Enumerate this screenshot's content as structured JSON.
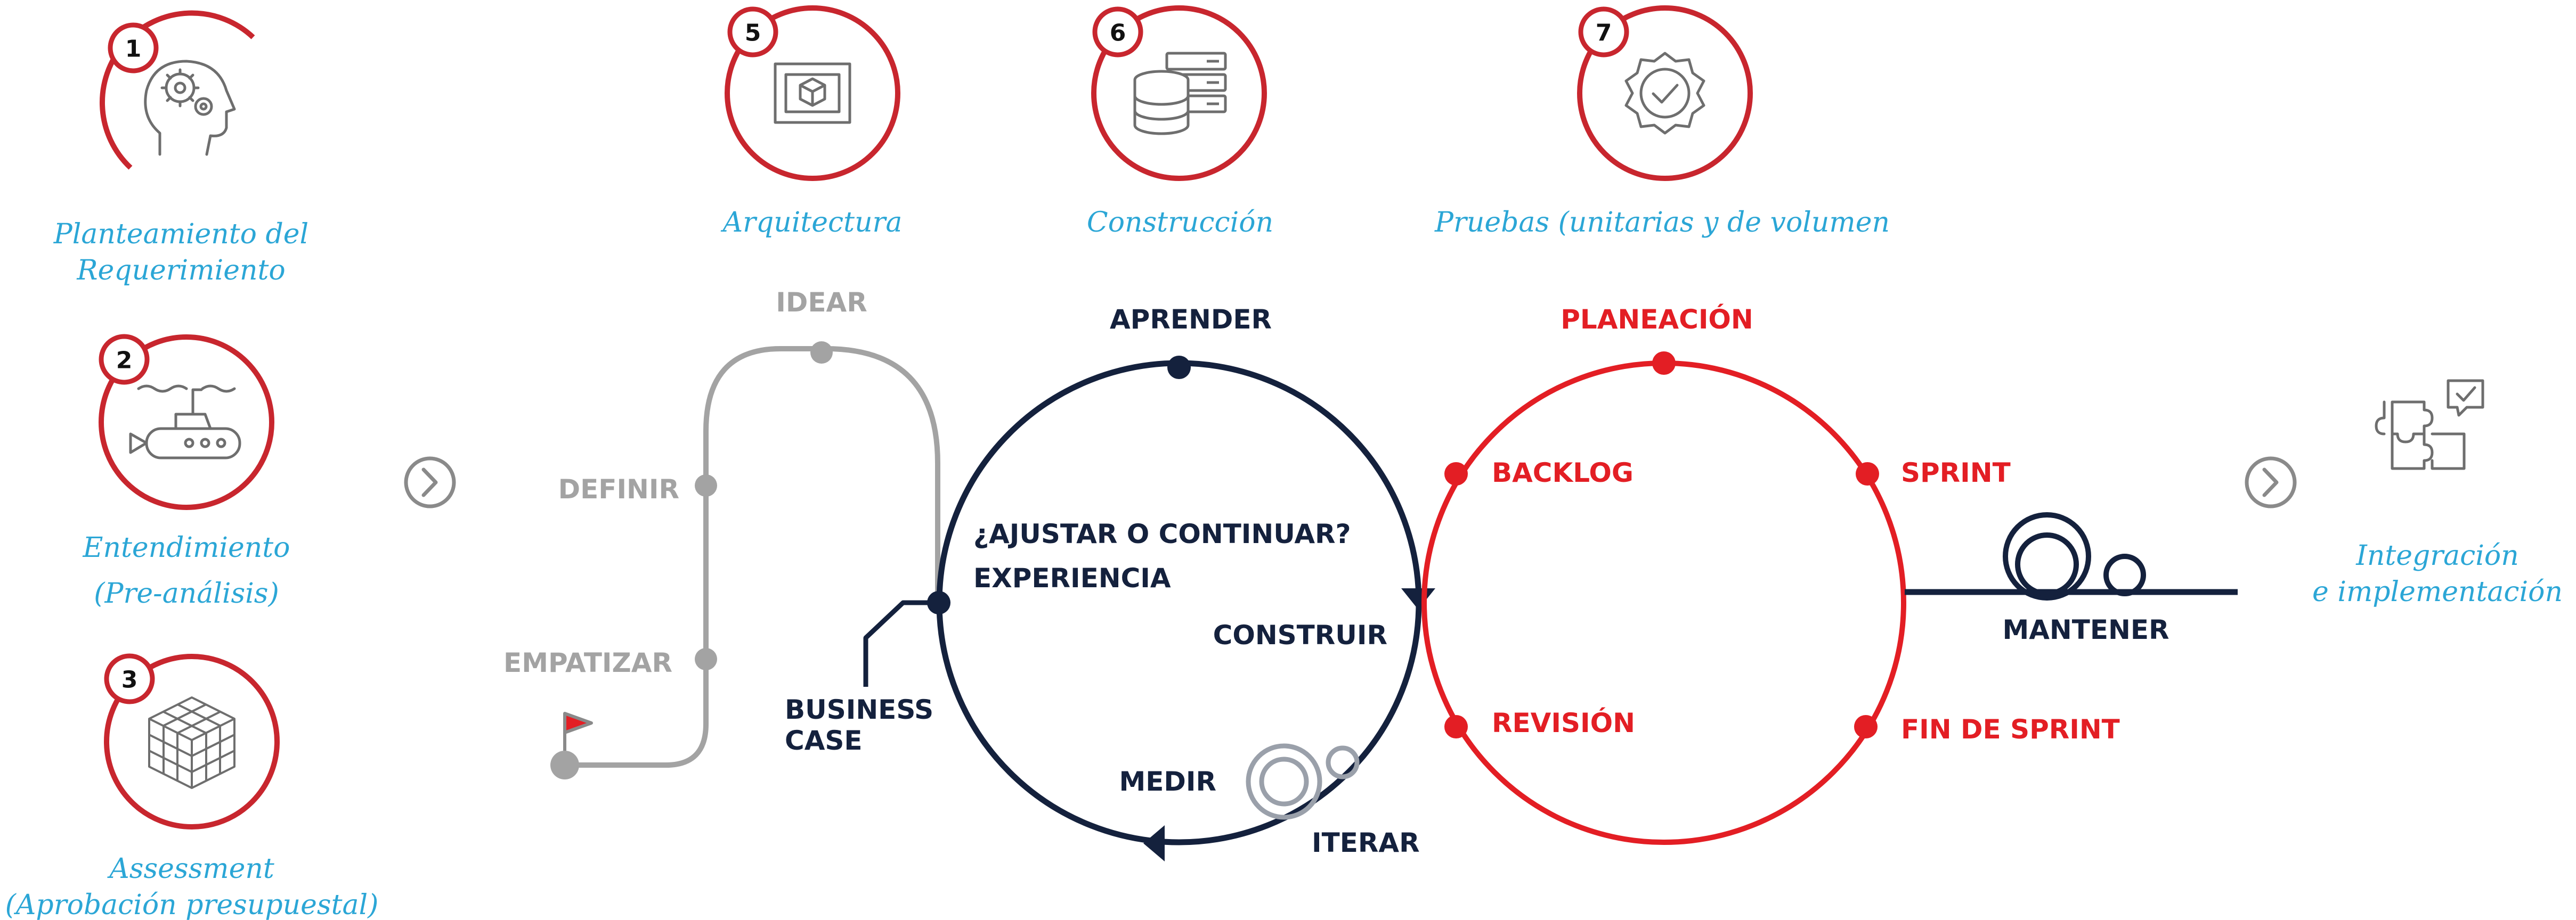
{
  "colors": {
    "accent_red": "#e31e24",
    "step_ring_red": "#c8262e",
    "navy": "#14213d",
    "gray": "#a3a3a3",
    "label_blue": "#2ba6d6",
    "icon_gray": "#6e6e6e"
  },
  "steps": [
    {
      "num": "1",
      "icon": "head-gears-icon",
      "label_lines": [
        "Planteamiento del",
        "Requerimiento"
      ]
    },
    {
      "num": "2",
      "icon": "submarine-icon",
      "label_lines": [
        "Entendimiento",
        "(Pre-análisis)"
      ]
    },
    {
      "num": "3",
      "icon": "cube-icon",
      "label_lines": [
        "Assessment",
        "(Aprobación presupuestal)"
      ]
    },
    {
      "num": "5",
      "icon": "blueprint-icon",
      "label_lines": [
        "Arquitectura"
      ]
    },
    {
      "num": "6",
      "icon": "database-server-icon",
      "label_lines": [
        "Construcción"
      ]
    },
    {
      "num": "7",
      "icon": "quality-badge-icon",
      "label_lines": [
        "Pruebas (unitarias y de volumen"
      ]
    }
  ],
  "design_thinking": {
    "empatizar": "EMPATIZAR",
    "definir": "DEFINIR",
    "idear": "IDEAR"
  },
  "lean_cycle": {
    "aprender": "APRENDER",
    "question": "¿AJUSTAR O CONTINUAR?",
    "experiencia": "EXPERIENCIA",
    "construir": "CONSTRUIR",
    "medir": "MEDIR",
    "iterar": "ITERAR",
    "business_case": [
      "BUSINESS",
      "CASE"
    ]
  },
  "agile_cycle": {
    "planeacion": "PLANEACIÓN",
    "backlog": "BACKLOG",
    "sprint": "SPRINT",
    "revision": "REVISIÓN",
    "fin_sprint": "FIN DE SPRINT"
  },
  "mantener": "MANTENER",
  "final_step": {
    "icon": "puzzle-icon",
    "label_lines": [
      "Integración",
      "e implementación"
    ]
  }
}
